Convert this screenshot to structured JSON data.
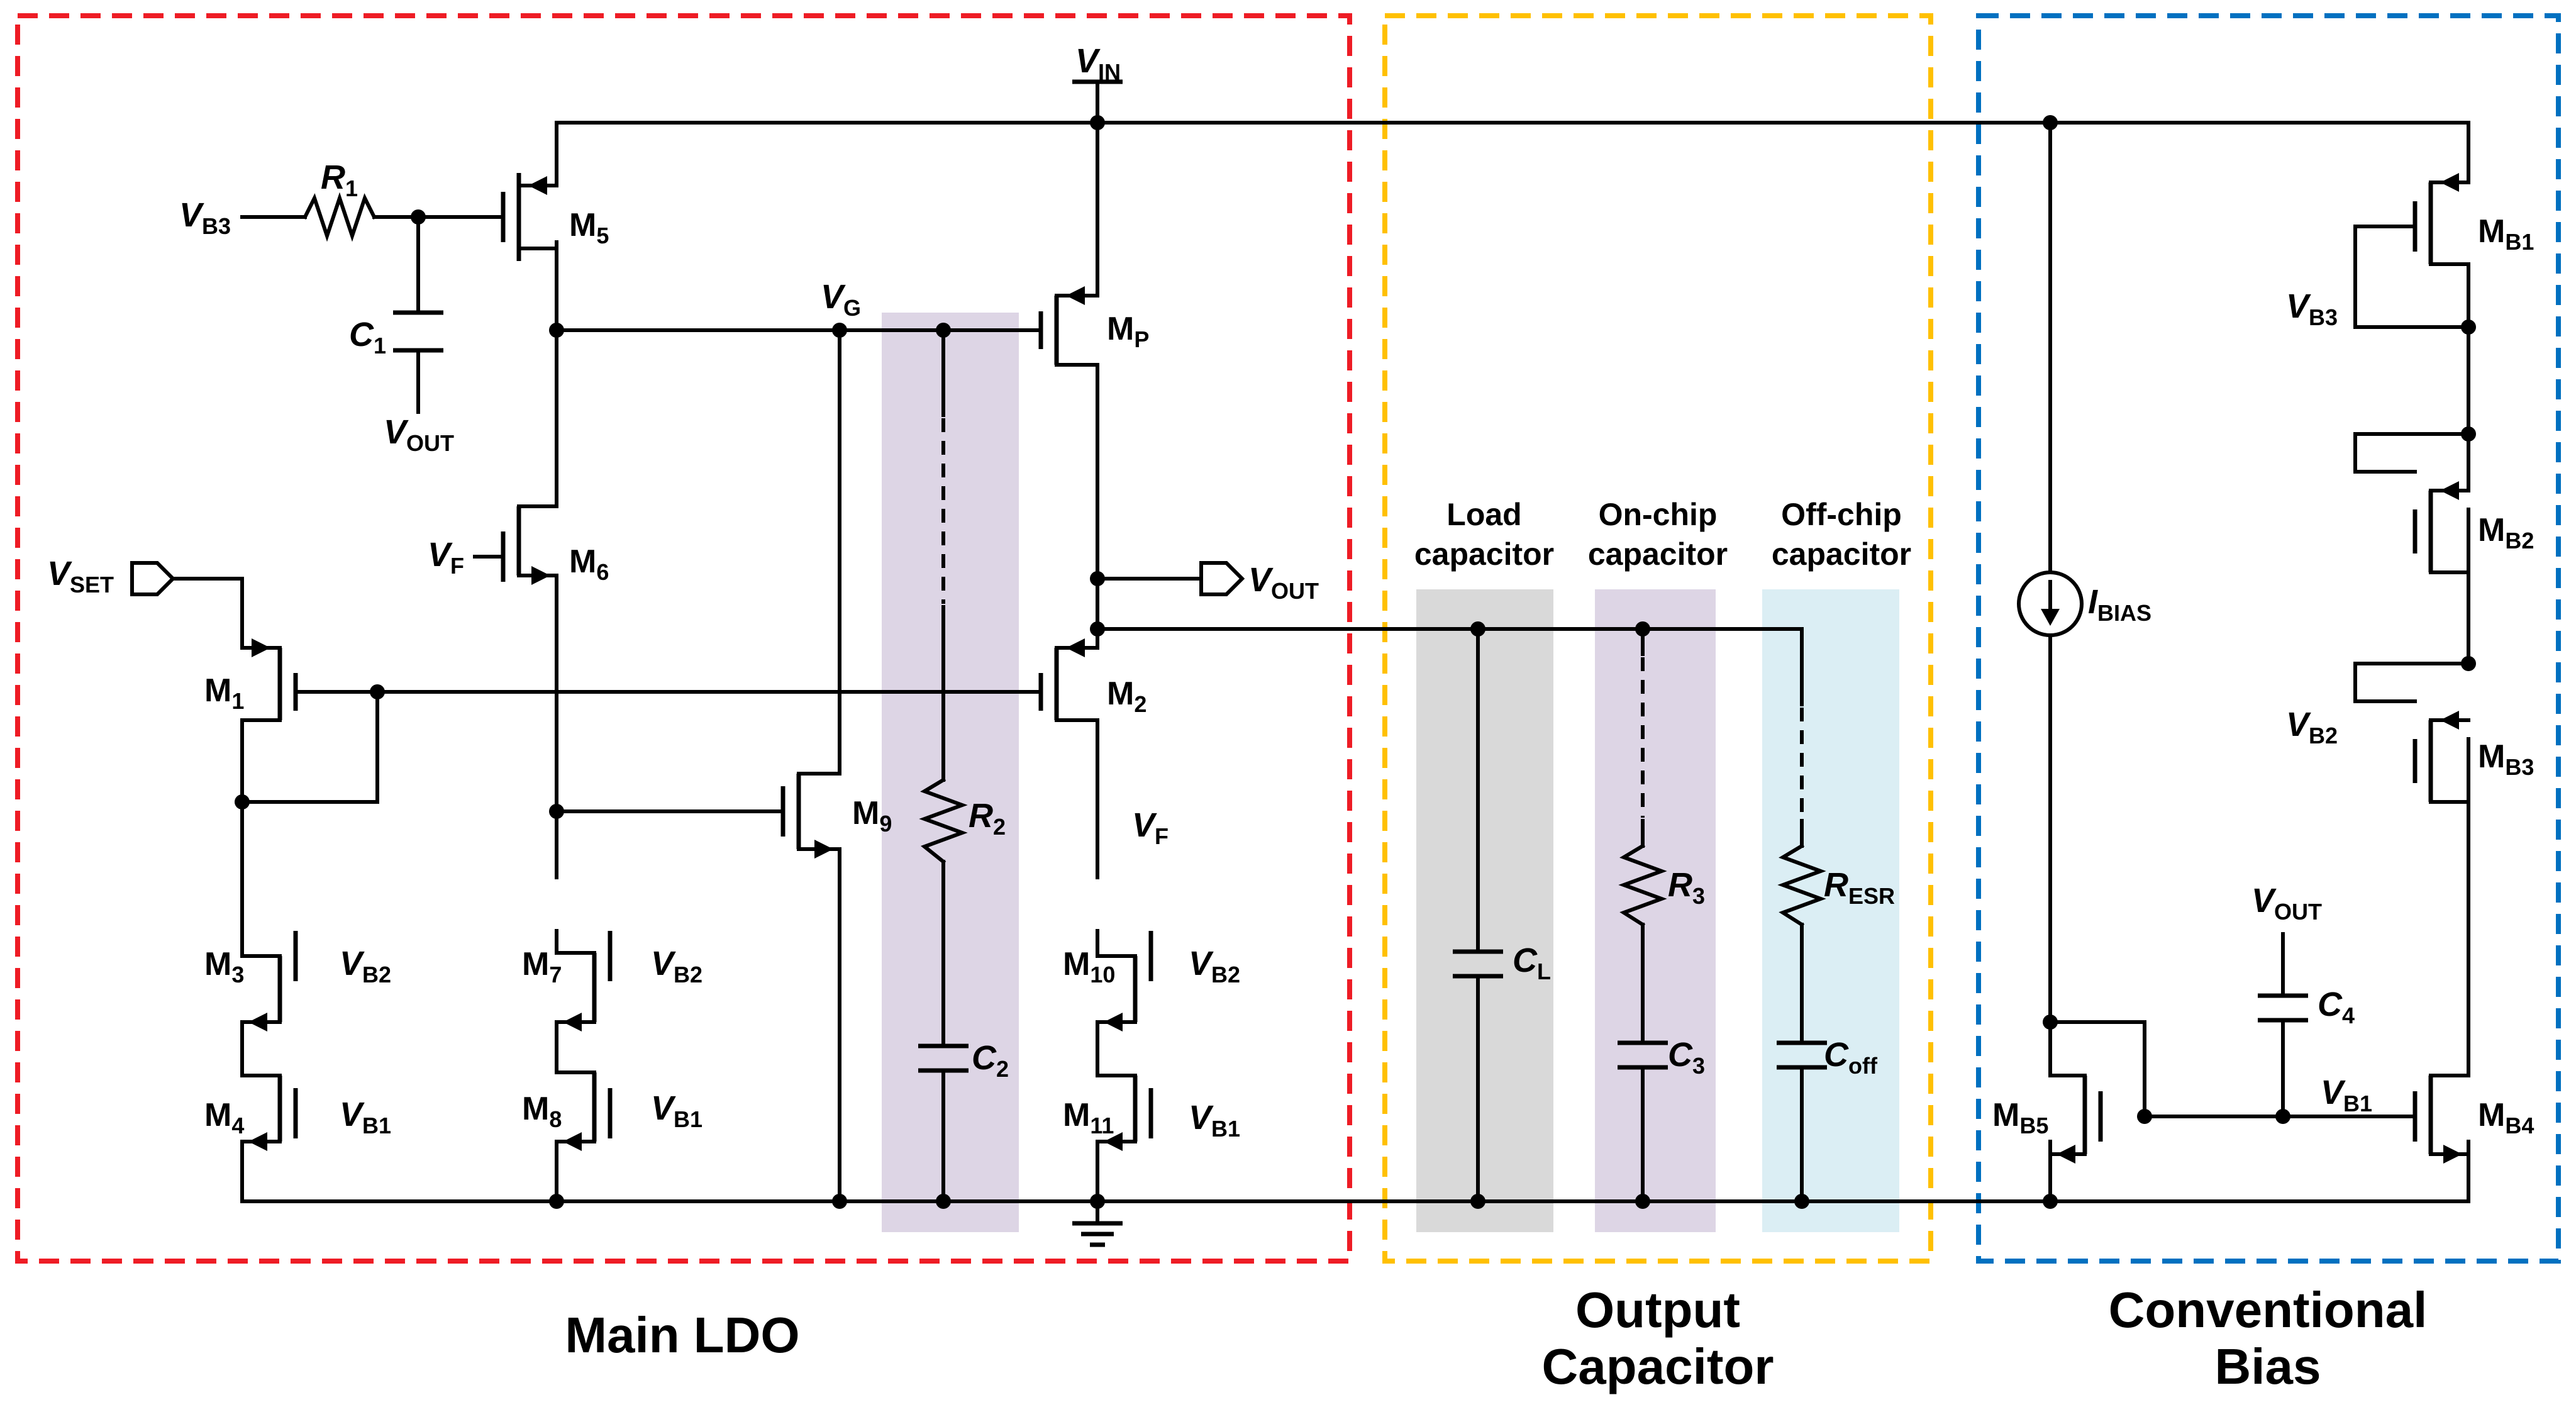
{
  "sections": {
    "main_ldo": {
      "title": "Main LDO",
      "color": "#ee1c25"
    },
    "output_capacitor": {
      "title_line1": "Output",
      "title_line2": "Capacitor",
      "color": "#ffc000"
    },
    "conventional_bias": {
      "title_line1": "Conventional",
      "title_line2": "Bias",
      "color": "#0070c0"
    }
  },
  "highlights": {
    "compensation": "#ddd5e5",
    "load": "#d9d9d9",
    "onchip": "#ddd5e5",
    "offchip": "#dbeef4"
  },
  "capacitor_headers": {
    "load": {
      "line1": "Load",
      "line2": "capacitor"
    },
    "onchip": {
      "line1": "On-chip",
      "line2": "capacitor"
    },
    "offchip": {
      "line1": "Off-chip",
      "line2": "capacitor"
    }
  },
  "transistors": {
    "m1": {
      "main": "M",
      "sub": "1"
    },
    "m2": {
      "main": "M",
      "sub": "2"
    },
    "m3": {
      "main": "M",
      "sub": "3"
    },
    "m4": {
      "main": "M",
      "sub": "4"
    },
    "m5": {
      "main": "M",
      "sub": "5"
    },
    "m6": {
      "main": "M",
      "sub": "6"
    },
    "m7": {
      "main": "M",
      "sub": "7"
    },
    "m8": {
      "main": "M",
      "sub": "8"
    },
    "m9": {
      "main": "M",
      "sub": "9"
    },
    "m10": {
      "main": "M",
      "sub": "10"
    },
    "m11": {
      "main": "M",
      "sub": "11"
    },
    "mp": {
      "main": "M",
      "sub": "P"
    },
    "mb1": {
      "main": "M",
      "sub": "B1"
    },
    "mb2": {
      "main": "M",
      "sub": "B2"
    },
    "mb3": {
      "main": "M",
      "sub": "B3"
    },
    "mb4": {
      "main": "M",
      "sub": "B4"
    },
    "mb5": {
      "main": "M",
      "sub": "B5"
    }
  },
  "components": {
    "r1": {
      "main": "R",
      "sub": "1"
    },
    "r2": {
      "main": "R",
      "sub": "2"
    },
    "r3": {
      "main": "R",
      "sub": "3"
    },
    "resr": {
      "main": "R",
      "sub": "ESR"
    },
    "c1": {
      "main": "C",
      "sub": "1"
    },
    "c2": {
      "main": "C",
      "sub": "2"
    },
    "c3": {
      "main": "C",
      "sub": "3"
    },
    "c4": {
      "main": "C",
      "sub": "4"
    },
    "cl": {
      "main": "C",
      "sub": "L"
    },
    "coff": {
      "main": "C",
      "sub": "off"
    },
    "ibias": {
      "main": "I",
      "sub": "BIAS"
    }
  },
  "nodes": {
    "vin": {
      "main": "V",
      "sub": "IN"
    },
    "vout": {
      "main": "V",
      "sub": "OUT"
    },
    "vset": {
      "main": "V",
      "sub": "SET"
    },
    "vg": {
      "main": "V",
      "sub": "G"
    },
    "vf": {
      "main": "V",
      "sub": "F"
    },
    "vb1": {
      "main": "V",
      "sub": "B1"
    },
    "vb2": {
      "main": "V",
      "sub": "B2"
    },
    "vb3": {
      "main": "V",
      "sub": "B3"
    }
  }
}
